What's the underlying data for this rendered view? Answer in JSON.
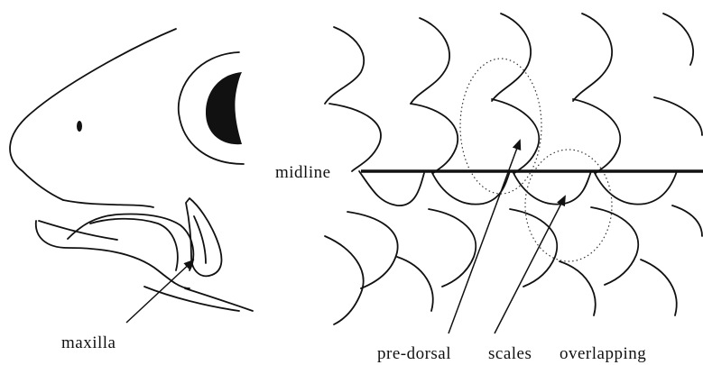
{
  "labels": {
    "maxilla": "maxilla",
    "midline": "midline",
    "predorsal": "pre-dorsal",
    "scales": "scales",
    "overlapping": "overlapping"
  },
  "colors": {
    "ink": "#111111",
    "background": "#ffffff"
  }
}
